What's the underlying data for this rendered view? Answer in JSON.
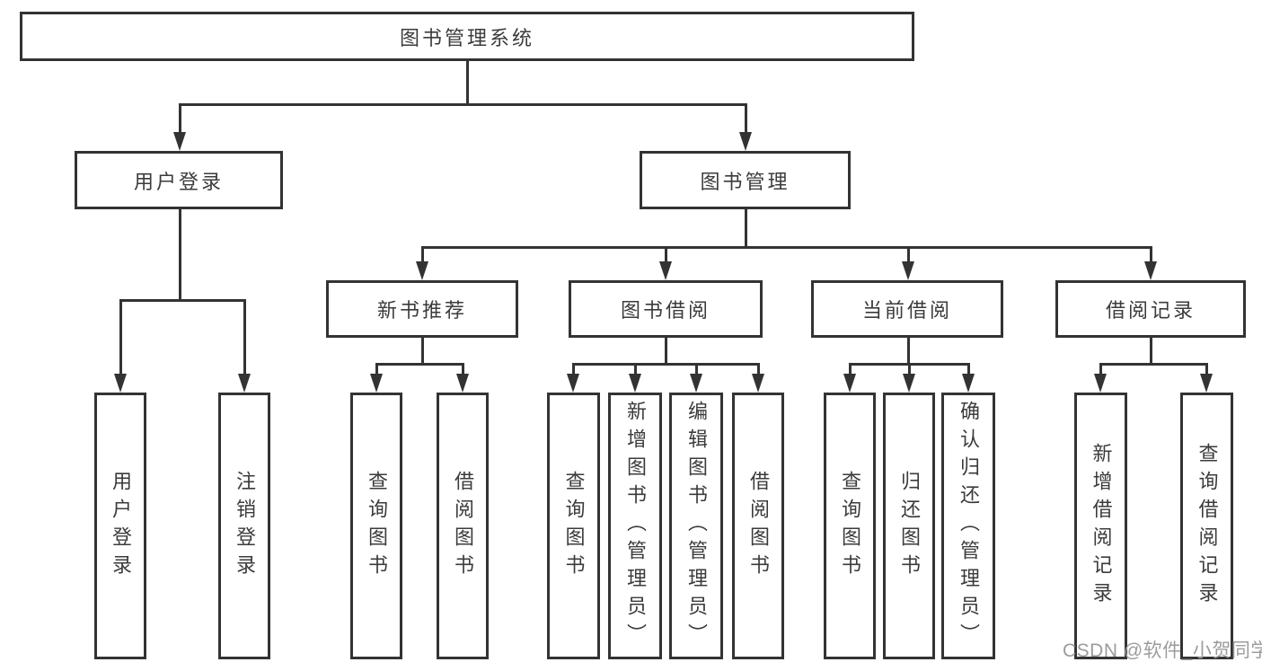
{
  "diagram_title": "图书管理系统",
  "nodes": {
    "root": "图书管理系统",
    "user_login": "用户登录",
    "book_mgmt": "图书管理",
    "new_book_rec": "新书推荐",
    "book_borrow": "图书借阅",
    "current_borrow": "当前借阅",
    "borrow_record": "借阅记录",
    "leaf_user_login": "用户登录",
    "leaf_logout": "注销登录",
    "leaf_nb_query": "查询图书",
    "leaf_nb_borrow": "借阅图书",
    "leaf_bb_query": "查询图书",
    "leaf_bb_add": "新增图书（管理员）",
    "leaf_bb_edit": "编辑图书（管理员）",
    "leaf_bb_borrow": "借阅图书",
    "leaf_cb_query": "查询图书",
    "leaf_cb_return": "归还图书",
    "leaf_cb_confirm": "确认归还（管理员）",
    "leaf_br_add": "新增借阅记录",
    "leaf_br_query": "查询借阅记录"
  },
  "hierarchy": {
    "图书管理系统": {
      "用户登录": [
        "用户登录",
        "注销登录"
      ],
      "图书管理": {
        "新书推荐": [
          "查询图书",
          "借阅图书"
        ],
        "图书借阅": [
          "查询图书",
          "新增图书（管理员）",
          "编辑图书（管理员）",
          "借阅图书"
        ],
        "当前借阅": [
          "查询图书",
          "归还图书",
          "确认归还（管理员）"
        ],
        "借阅记录": [
          "新增借阅记录",
          "查询借阅记录"
        ]
      }
    }
  },
  "watermark": "CSDN @软件_小贺同学",
  "colors": {
    "line": "#333333",
    "text": "#3b3b3b",
    "watermark": "#9c9c9c",
    "background": "#ffffff"
  }
}
